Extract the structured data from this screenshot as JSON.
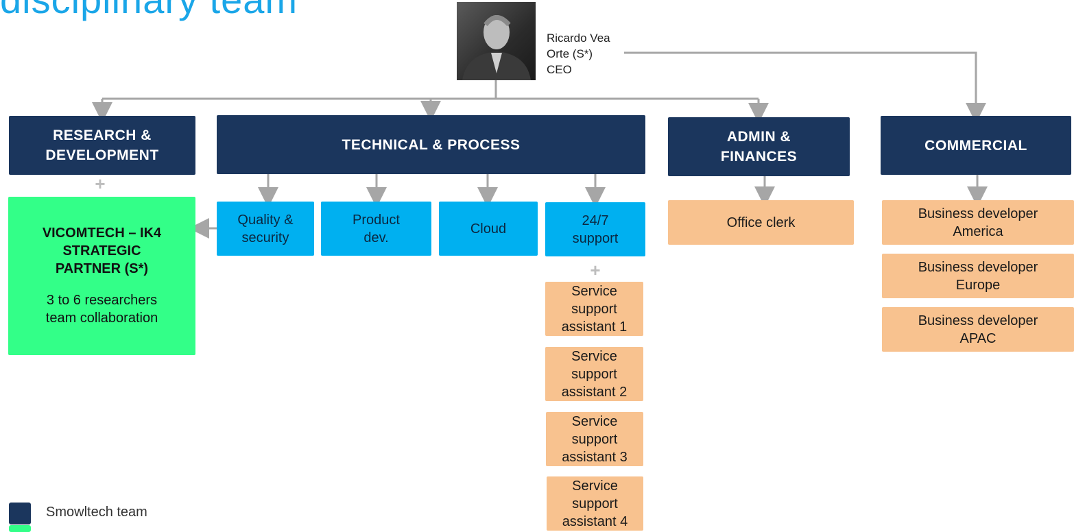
{
  "title": "disciplinary team",
  "ceo": {
    "name": "Ricardo Vea\nOrte (S*)",
    "role": "CEO",
    "photo_icon": "person-portrait-icon"
  },
  "departments": {
    "research": "RESEARCH &\nDEVELOPMENT",
    "technical": "TECHNICAL & PROCESS",
    "admin": "ADMIN &\nFINANCES",
    "commercial": "COMMERCIAL"
  },
  "partner": {
    "name": "VICOMTECH – IK4\nSTRATEGIC\nPARTNER (S*)",
    "description": "3 to 6 researchers\nteam collaboration"
  },
  "technical_units": {
    "quality": "Quality &\nsecurity",
    "product": "Product\ndev.",
    "cloud": "Cloud",
    "support": "24/7\nsupport"
  },
  "support_assistants": [
    "Service\nsupport\nassistant 1",
    "Service\nsupport\nassistant 2",
    "Service\nsupport\nassistant 3",
    "Service\nsupport\nassistant 4"
  ],
  "admin_units": {
    "clerk": "Office clerk"
  },
  "commercial_units": [
    "Business developer\nAmerica",
    "Business developer\nEurope",
    "Business developer\nAPAC"
  ],
  "plus_symbol": "+",
  "legend": {
    "label": "Smowltech team"
  },
  "colors": {
    "navy": "#1b365d",
    "blue": "#00b0f0",
    "peach": "#f8c28f",
    "green": "#33ff88",
    "connector": "#a6a6a6",
    "title": "#1aa6e8"
  }
}
